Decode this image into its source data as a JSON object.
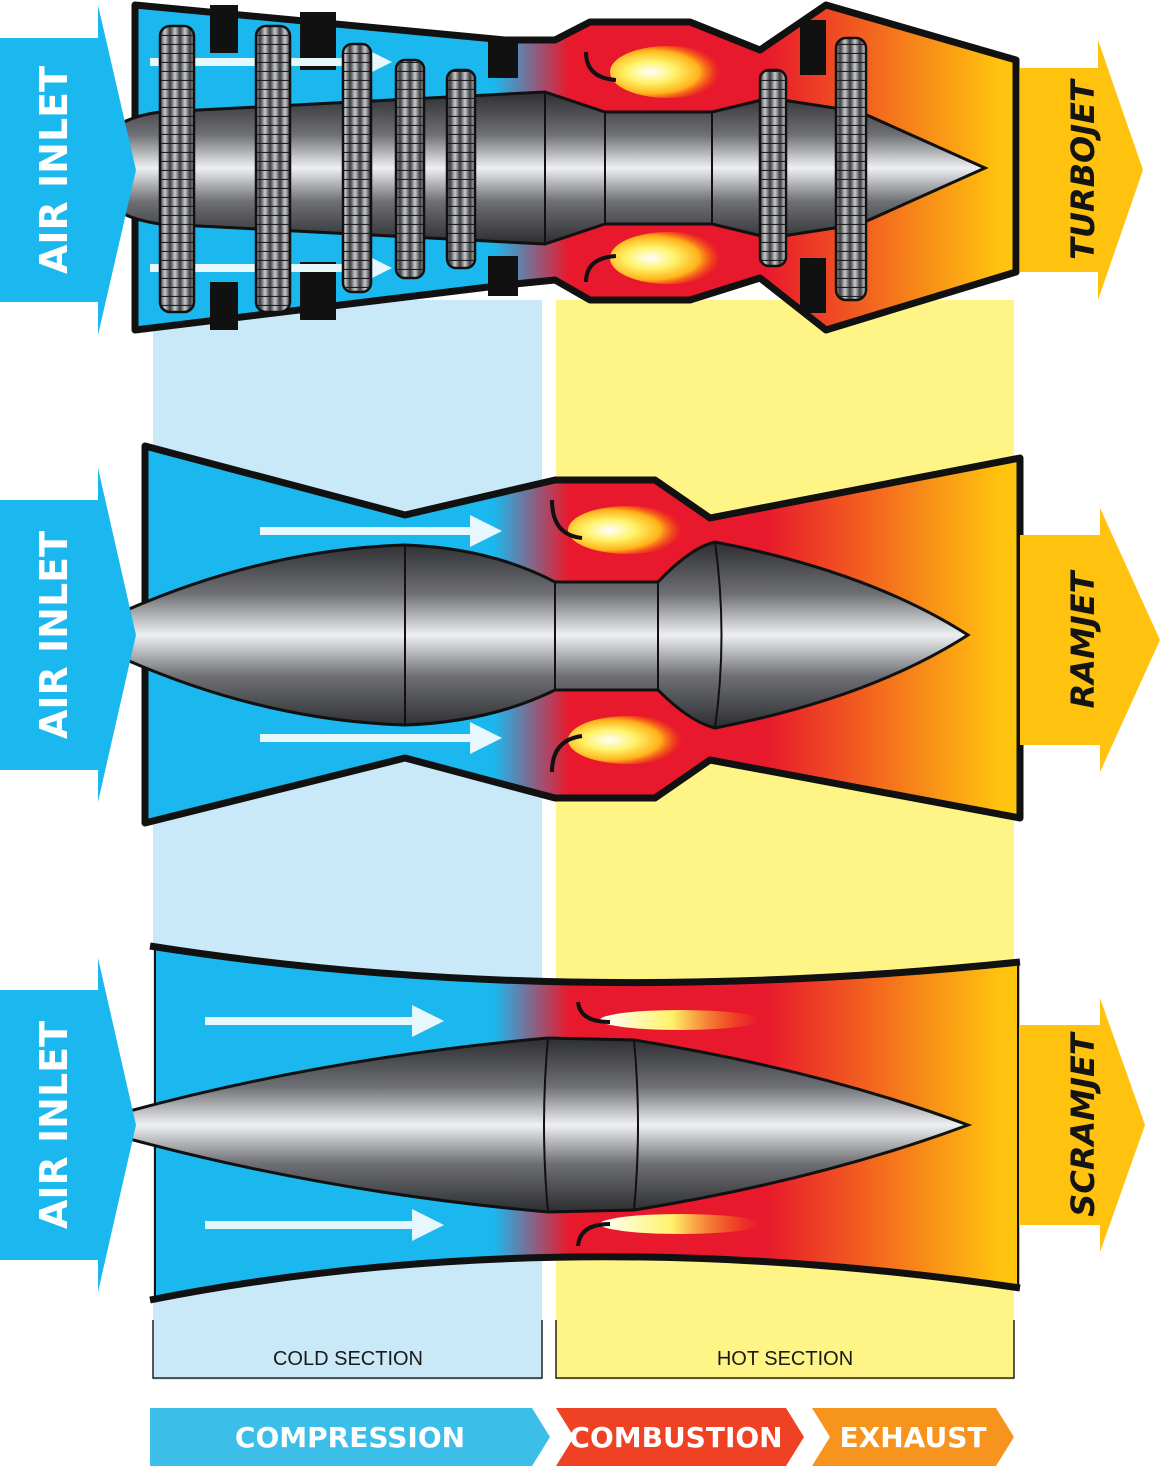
{
  "sections": {
    "cold": "COLD SECTION",
    "hot": "HOT SECTION"
  },
  "engines": [
    {
      "inlet_label": "AIR INLET",
      "name": "TURBOJET"
    },
    {
      "inlet_label": "AIR INLET",
      "name": "RAMJET"
    },
    {
      "inlet_label": "AIR INLET",
      "name": "SCRAMJET"
    }
  ],
  "stages": {
    "compression": "COMPRESSION",
    "combustion": "COMBUSTION",
    "exhaust": "EXHAUST"
  },
  "colors": {
    "cold_band": "#c9e9f8",
    "hot_band": "#fff587",
    "air": "#1ab8ee",
    "flame": "#e8192c",
    "exhaust": "#ffc20e",
    "body": "#55565a",
    "compression_arrow": "#3bbfe9",
    "combustion_arrow": "#ef4123",
    "exhaust_arrow": "#f7941d"
  }
}
